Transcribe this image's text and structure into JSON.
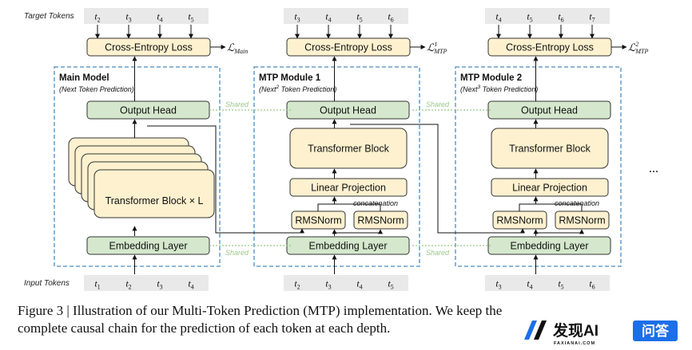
{
  "labels": {
    "target_tokens": "Target Tokens",
    "input_tokens": "Input Tokens",
    "shared": "Shared",
    "concatenation": "concatenation",
    "ellipsis": "..."
  },
  "modules": [
    {
      "title": "Main Model",
      "subtitle_pre": "(Next Token Prediction)",
      "subtitle_sup": "",
      "subtitle_post": "",
      "loss_label": "Cross-Entropy Loss",
      "loss_symbol": "ℒ",
      "loss_sub": "Main",
      "loss_sup": "",
      "output_head": "Output Head",
      "embedding": "Embedding Layer",
      "transformer": "Transformer Block × L",
      "target_tokens": [
        {
          "t": "t",
          "s": "2"
        },
        {
          "t": "t",
          "s": "3"
        },
        {
          "t": "t",
          "s": "4"
        },
        {
          "t": "t",
          "s": "5"
        }
      ],
      "input_tokens": [
        {
          "t": "t",
          "s": "1"
        },
        {
          "t": "t",
          "s": "2"
        },
        {
          "t": "t",
          "s": "3"
        },
        {
          "t": "t",
          "s": "4"
        }
      ]
    },
    {
      "title": "MTP Module 1",
      "subtitle_pre": "(Next",
      "subtitle_sup": "2",
      "subtitle_post": " Token Prediction)",
      "loss_label": "Cross-Entropy Loss",
      "loss_symbol": "ℒ",
      "loss_sub": "MTP",
      "loss_sup": "1",
      "output_head": "Output Head",
      "embedding": "Embedding Layer",
      "transformer": "Transformer Block",
      "linear": "Linear Projection",
      "rms": [
        "RMSNorm",
        "RMSNorm"
      ],
      "target_tokens": [
        {
          "t": "t",
          "s": "3"
        },
        {
          "t": "t",
          "s": "4"
        },
        {
          "t": "t",
          "s": "5"
        },
        {
          "t": "t",
          "s": "6"
        }
      ],
      "input_tokens": [
        {
          "t": "t",
          "s": "2"
        },
        {
          "t": "t",
          "s": "3"
        },
        {
          "t": "t",
          "s": "4"
        },
        {
          "t": "t",
          "s": "5"
        }
      ]
    },
    {
      "title": "MTP Module 2",
      "subtitle_pre": "(Next",
      "subtitle_sup": "3",
      "subtitle_post": " Token Prediction)",
      "loss_label": "Cross-Entropy Loss",
      "loss_symbol": "ℒ",
      "loss_sub": "MTP",
      "loss_sup": "2",
      "output_head": "Output Head",
      "embedding": "Embedding Layer",
      "transformer": "Transformer Block",
      "linear": "Linear Projection",
      "rms": [
        "RMSNorm",
        "RMSNorm"
      ],
      "target_tokens": [
        {
          "t": "t",
          "s": "4"
        },
        {
          "t": "t",
          "s": "5"
        },
        {
          "t": "t",
          "s": "6"
        },
        {
          "t": "t",
          "s": "7"
        }
      ],
      "input_tokens": [
        {
          "t": "t",
          "s": "3"
        },
        {
          "t": "t",
          "s": "4"
        },
        {
          "t": "t",
          "s": "5"
        },
        {
          "t": "t",
          "s": "6"
        }
      ]
    }
  ],
  "caption": {
    "line1": "Figure 3 | Illustration of our Multi-Token Prediction (MTP) implementation. We keep the",
    "line2": "complete causal chain for the prediction of each token at each depth."
  },
  "watermark": {
    "brand": "发现AI",
    "badge": "问答",
    "url": "FAXIANAI.COM"
  },
  "colors": {
    "yellow_fill": "#fdf1cf",
    "green_fill": "#d5e8cd",
    "token_fill": "#e9e9e9",
    "dashed_blue": "#4a8bbf",
    "shared_green": "#9bc88a",
    "watermark_blue": "#1c6fe8"
  }
}
